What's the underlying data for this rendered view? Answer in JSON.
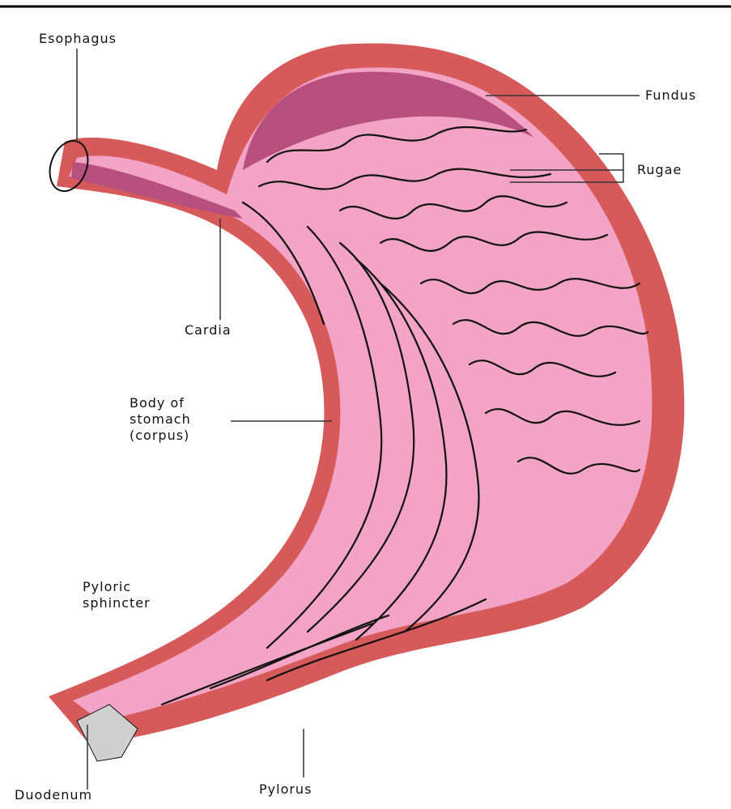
{
  "diagram": {
    "colors": {
      "wall": "#d65a5a",
      "lining": "#f2a3c6",
      "lining_dark": "#b7507e",
      "fold_shadow": "#c98aa6",
      "outline": "#111111",
      "leader": "#333333",
      "duodenum": "#cfcfcf"
    },
    "labels": {
      "esophagus": "Esophagus",
      "fundus": "Fundus",
      "rugae": "Rugae",
      "cardia": "Cardia",
      "body": "Body of\nstomach\n(corpus)",
      "pyloric_sphincter": "Pyloric\nsphincter",
      "duodenum": "Duodenum",
      "pylorus": "Pylorus"
    }
  }
}
